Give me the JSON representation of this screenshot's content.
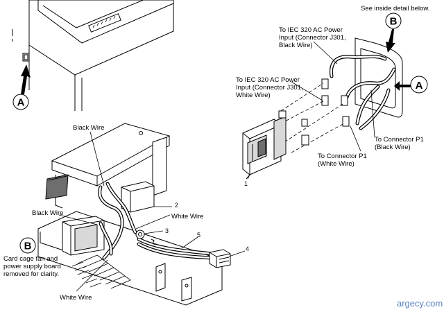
{
  "labels": {
    "inside_detail": "See inside detail below.",
    "iec_black_1": "To IEC 320 AC Power",
    "iec_black_2": "Input (Connector J301,",
    "iec_black_3": "Black Wire)",
    "iec_white_1": "To IEC 320 AC Power",
    "iec_white_2": "Input (Connector J301,",
    "iec_white_3": "White Wire)",
    "p1_black_1": "To Connector P1",
    "p1_black_2": "(Black Wire)",
    "p1_white_1": "To Connector P1",
    "p1_white_2": "(White Wire)",
    "black_wire_top": "Black Wire",
    "black_wire_left": "Black Wire",
    "white_wire_right": "White Wire",
    "white_wire_bottom": "White Wire",
    "note_1": "Card cage fan and",
    "note_2": "power supply board",
    "note_3": "removed for clarity.",
    "watermark": "argecy.com"
  },
  "callouts": {
    "a_top_left": "A",
    "a_right": "A",
    "b_top": "B",
    "b_left": "B"
  },
  "item_numbers": {
    "n1": "1",
    "n2": "2",
    "n3": "3",
    "n4": "4",
    "n5": "5"
  },
  "colors": {
    "line": "#000000",
    "watermark": "#5a7fc0"
  }
}
